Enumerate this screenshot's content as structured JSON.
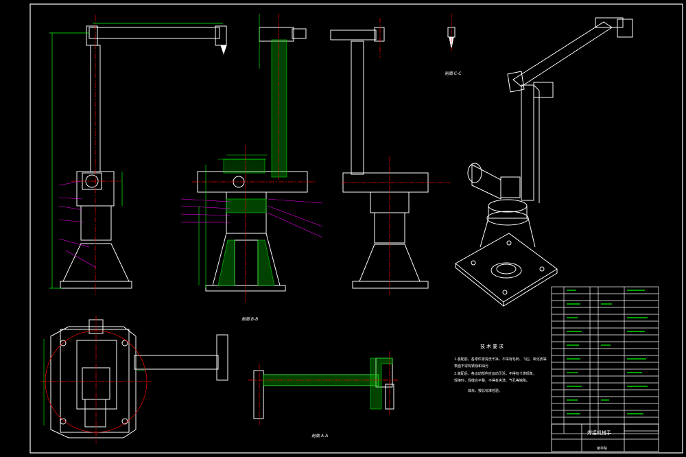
{
  "views": {
    "section_b": "剖面 B-B",
    "section_c": "剖面 C-C",
    "section_a": "剖面 A-A"
  },
  "technical_notes": {
    "title": "技术要求",
    "lines": [
      "1.装配前，各零件需清洗干净，不得有毛刺、飞边、氧化皮等",
      "表面不得有锈蚀和油污",
      "2.装配后，各运动部件应运动灵活，不得有卡滞现象，",
      "焊接时，焊缝应平整，不得有夹渣、气孔等缺陷。"
    ],
    "closing": "其余，按此标准检验。"
  },
  "title_block": {
    "title": "焊接机械手",
    "school": "某学院"
  },
  "colors": {
    "background": "#000000",
    "outline": "#ffffff",
    "dimension": "#00ff00",
    "center_line": "#ff0000",
    "hatch": "#00c000",
    "leader": "#ff00ff",
    "hidden": "#ffff00",
    "frame": "#ffffff"
  }
}
